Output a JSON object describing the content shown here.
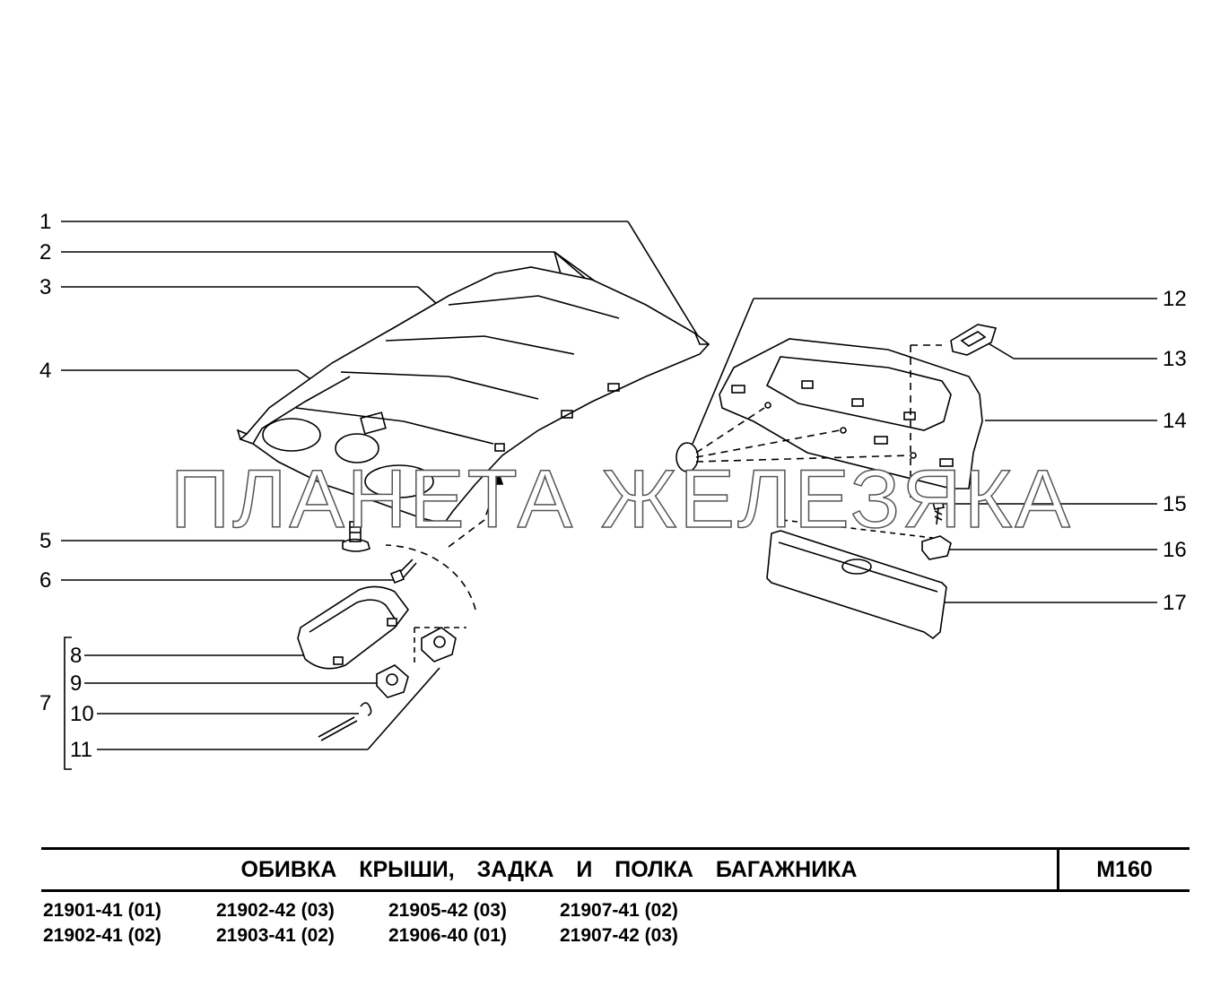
{
  "callouts": [
    "1",
    "2",
    "3",
    "4",
    "5",
    "6",
    "7",
    "8",
    "9",
    "10",
    "11",
    "12",
    "13",
    "14",
    "15",
    "16",
    "17"
  ],
  "watermark": "ПЛАНЕТА ЖЕЛЕЗЯКА",
  "title": "ОБИВКА КРЫШИ, ЗАДКА И ПОЛКА БАГАЖНИКА",
  "code": "М160",
  "models": [
    "21901-41 (01)",
    "21902-42 (03)",
    "21905-42 (03)",
    "21907-41 (02)",
    "21902-41 (02)",
    "21903-41 (02)",
    "21906-40 (01)",
    "21907-42 (03)"
  ]
}
